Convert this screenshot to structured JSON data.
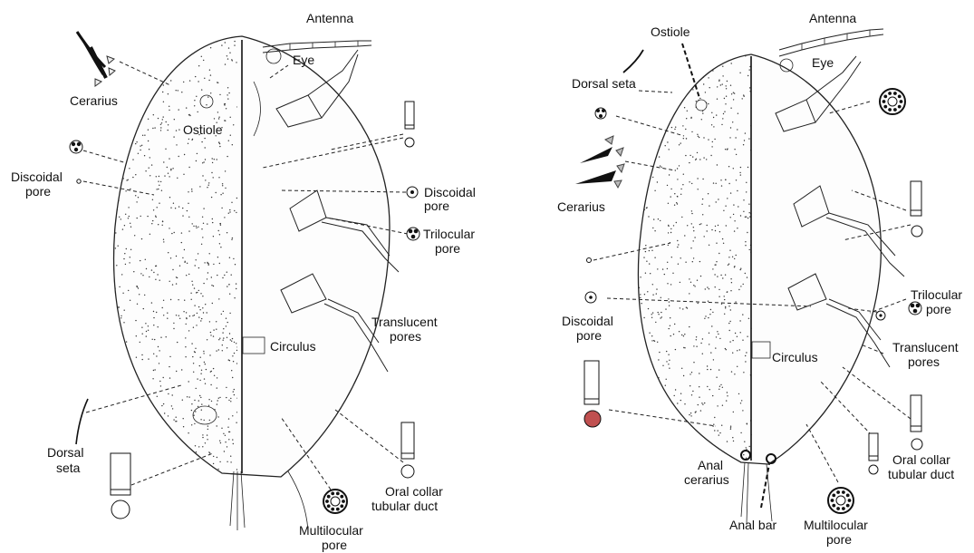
{
  "left": {
    "antenna": "Antenna",
    "eye": "Eye",
    "cerarius": "Cerarius",
    "ostiole": "Ostiole",
    "discoidal_pore_l1": "Discoidal",
    "discoidal_pore_l2": "pore",
    "discoidal_pore_r1": "Discoidal",
    "discoidal_pore_r2": "pore",
    "trilocular_l1": "Trilocular",
    "trilocular_l2": "pore",
    "translucent_l1": "Translucent",
    "translucent_l2": "pores",
    "circulus": "Circulus",
    "dorsal_seta_l1": "Dorsal",
    "dorsal_seta_l2": "seta",
    "oral_collar_l1": "Oral collar",
    "oral_collar_l2": "tubular duct",
    "multilocular_l1": "Multilocular",
    "multilocular_l2": "pore"
  },
  "right": {
    "antenna": "Antenna",
    "eye": "Eye",
    "ostiole": "Ostiole",
    "dorsal_seta": "Dorsal seta",
    "cerarius": "Cerarius",
    "discoidal_pore_l1": "Discoidal",
    "discoidal_pore_l2": "pore",
    "trilocular_l1": "Trilocular",
    "trilocular_l2": "pore",
    "translucent_l1": "Translucent",
    "translucent_l2": "pores",
    "circulus": "Circulus",
    "anal_cerarius_l1": "Anal",
    "anal_cerarius_l2": "cerarius",
    "anal_bar": "Anal bar",
    "oral_collar_l1": "Oral collar",
    "oral_collar_l2": "tubular duct",
    "multilocular_l1": "Multilocular",
    "multilocular_l2": "pore"
  }
}
